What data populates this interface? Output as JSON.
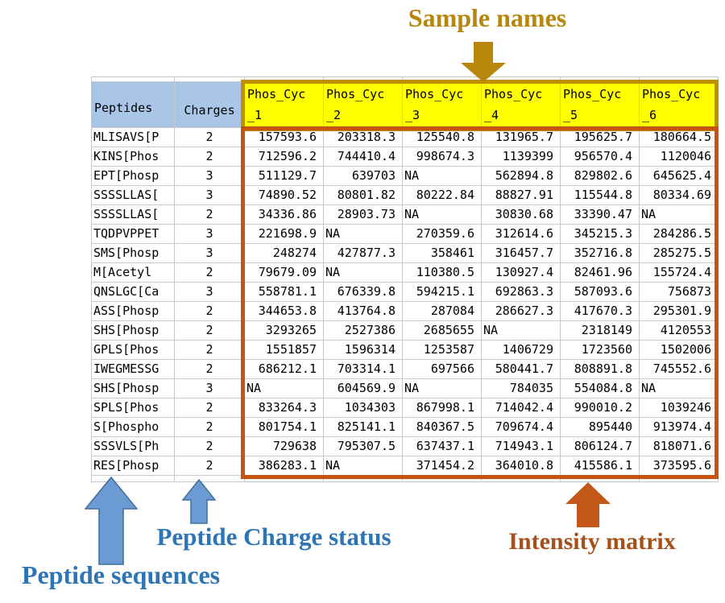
{
  "annotations": {
    "sample_names": "Sample names",
    "peptide_sequences": "Peptide sequences",
    "charge_status": "Peptide Charge status",
    "intensity_matrix": "Intensity matrix"
  },
  "colors": {
    "sample_label_gold": "#b8860b",
    "yellow_box_border": "#bf8f00",
    "matrix_box_border": "#c45511",
    "header_fill_yellow": "#ffff00",
    "header_fill_blue": "#a9c6e8",
    "blue_label": "#2e75b6",
    "blue_arrow_fill": "#6b9bd2",
    "blue_arrow_stroke": "#41719c",
    "orange_arrow": "#c4581a",
    "grid_line": "#c8c8c8"
  },
  "table": {
    "peptides_header": "Peptides",
    "charges_header": "Charges",
    "sample_headers": [
      "Phos_Cyc\n_1",
      "Phos_Cyc\n_2",
      "Phos_Cyc\n_3",
      "Phos_Cyc\n_4",
      "Phos_Cyc\n_5",
      "Phos_Cyc\n_6"
    ],
    "rows": [
      {
        "peptide": "MLISAVS[P",
        "charge": "2",
        "values": [
          "157593.6",
          "203318.3",
          "125540.8",
          "131965.7",
          "195625.7",
          "180664.5"
        ]
      },
      {
        "peptide": "KINS[Phos",
        "charge": "2",
        "values": [
          "712596.2",
          "744410.4",
          "998674.3",
          "1139399",
          "956570.4",
          "1120046"
        ]
      },
      {
        "peptide": "EPT[Phosp",
        "charge": "3",
        "values": [
          "511129.7",
          "639703",
          "NA",
          "562894.8",
          "829802.6",
          "645625.4"
        ]
      },
      {
        "peptide": "SSSSLLAS[",
        "charge": "3",
        "values": [
          "74890.52",
          "80801.82",
          "80222.84",
          "88827.91",
          "115544.8",
          "80334.69"
        ]
      },
      {
        "peptide": "SSSSLLAS[",
        "charge": "2",
        "values": [
          "34336.86",
          "28903.73",
          "NA",
          "30830.68",
          "33390.47",
          "NA"
        ]
      },
      {
        "peptide": "TQDPVPPET",
        "charge": "3",
        "values": [
          "221698.9",
          "NA",
          "270359.6",
          "312614.6",
          "345215.3",
          "284286.5"
        ]
      },
      {
        "peptide": "SMS[Phosp",
        "charge": "3",
        "values": [
          "248274",
          "427877.3",
          "358461",
          "316457.7",
          "352716.8",
          "285275.5"
        ]
      },
      {
        "peptide": "M[Acetyl",
        "charge": "2",
        "values": [
          "79679.09",
          "NA",
          "110380.5",
          "130927.4",
          "82461.96",
          "155724.4"
        ]
      },
      {
        "peptide": "QNSLGC[Ca",
        "charge": "3",
        "values": [
          "558781.1",
          "676339.8",
          "594215.1",
          "692863.3",
          "587093.6",
          "756873"
        ]
      },
      {
        "peptide": "ASS[Phosp",
        "charge": "2",
        "values": [
          "344653.8",
          "413764.8",
          "287084",
          "286627.3",
          "417670.3",
          "295301.9"
        ]
      },
      {
        "peptide": "SHS[Phosp",
        "charge": "2",
        "values": [
          "3293265",
          "2527386",
          "2685655",
          "NA",
          "2318149",
          "4120553"
        ]
      },
      {
        "peptide": "GPLS[Phos",
        "charge": "2",
        "values": [
          "1551857",
          "1596314",
          "1253587",
          "1406729",
          "1723560",
          "1502006"
        ]
      },
      {
        "peptide": "IWEGMESSG",
        "charge": "2",
        "values": [
          "686212.1",
          "703314.1",
          "697566",
          "580441.7",
          "808891.8",
          "745552.6"
        ]
      },
      {
        "peptide": "SHS[Phosp",
        "charge": "3",
        "values": [
          "NA",
          "604569.9",
          "NA",
          "784035",
          "554084.8",
          "NA"
        ]
      },
      {
        "peptide": "SPLS[Phos",
        "charge": "2",
        "values": [
          "833264.3",
          "1034303",
          "867998.1",
          "714042.4",
          "990010.2",
          "1039246"
        ]
      },
      {
        "peptide": "S[Phospho",
        "charge": "2",
        "values": [
          "801754.1",
          "825141.1",
          "840367.5",
          "709674.4",
          "895440",
          "913974.4"
        ]
      },
      {
        "peptide": "SSSVLS[Ph",
        "charge": "2",
        "values": [
          "729638",
          "795307.5",
          "637437.1",
          "714943.1",
          "806124.7",
          "818071.6"
        ]
      },
      {
        "peptide": "RES[Phosp",
        "charge": "2",
        "values": [
          "386283.1",
          "NA",
          "371454.2",
          "364010.8",
          "415586.1",
          "373595.6"
        ]
      }
    ]
  }
}
